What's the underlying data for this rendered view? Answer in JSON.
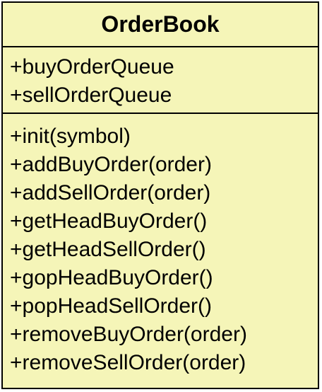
{
  "class": {
    "name": "OrderBook",
    "attributes": [
      "+buyOrderQueue",
      "+sellOrderQueue"
    ],
    "methods": [
      "+init(symbol)",
      "+addBuyOrder(order)",
      "+addSellOrder(order)",
      "+getHeadBuyOrder()",
      "+getHeadSellOrder()",
      "+gopHeadBuyOrder()",
      "+popHeadSellOrder()",
      "+removeBuyOrder(order)",
      "+removeSellOrder(order)"
    ]
  },
  "colors": {
    "fill": "#f5f5b8",
    "border": "#000000",
    "text": "#000000"
  }
}
